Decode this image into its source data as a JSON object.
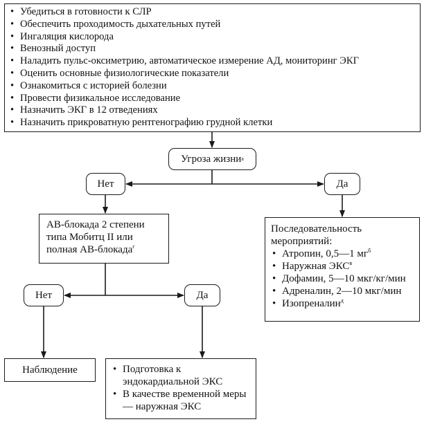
{
  "checklist": {
    "items": [
      "Убедиться в готовности к СЛР",
      "Обеспечить проходимость дыхательных путей",
      "Ингаляция кислорода",
      "Венозный доступ",
      "Наладить пульс-оксиметрию, автоматическое измерение АД, мониторинг ЭКГ",
      "Оценить основные физиологические показатели",
      "Ознакомиться с историей болезни",
      "Провести физикальное исследование",
      "Назначить ЭКГ в 12 отведениях",
      "Назначить прикроватную рентгенографию грудной клетки"
    ]
  },
  "threat": {
    "label": "Угроза жизни",
    "mark": "а"
  },
  "branch1": {
    "no": "Нет",
    "yes": "Да"
  },
  "av_block": {
    "lines": [
      "АВ-блокада 2 степени",
      "типа Мобитц II или",
      "полная АВ-блокада"
    ],
    "mark": "г"
  },
  "sequence": {
    "heading_lines": [
      "Последовательность",
      "мероприятий:"
    ],
    "items": [
      {
        "text": "Атропин, 0,5—1 мг",
        "mark": "б"
      },
      {
        "text": "Наружная ЭКС",
        "mark": "в"
      },
      {
        "text": "Дофамин, 5—10 мкг/кг/мин",
        "mark": ""
      },
      {
        "text": "Адреналин, 2—10 мкг/мин",
        "mark": ""
      },
      {
        "text": "Изопреналин",
        "mark": "д"
      }
    ]
  },
  "branch2": {
    "no": "Нет",
    "yes": "Да"
  },
  "observation": {
    "label": "Наблюдение"
  },
  "pacing": {
    "items": [
      "Подготовка к эндокардиальной ЭКС",
      "В качестве временной меры — наружная ЭКС"
    ]
  }
}
